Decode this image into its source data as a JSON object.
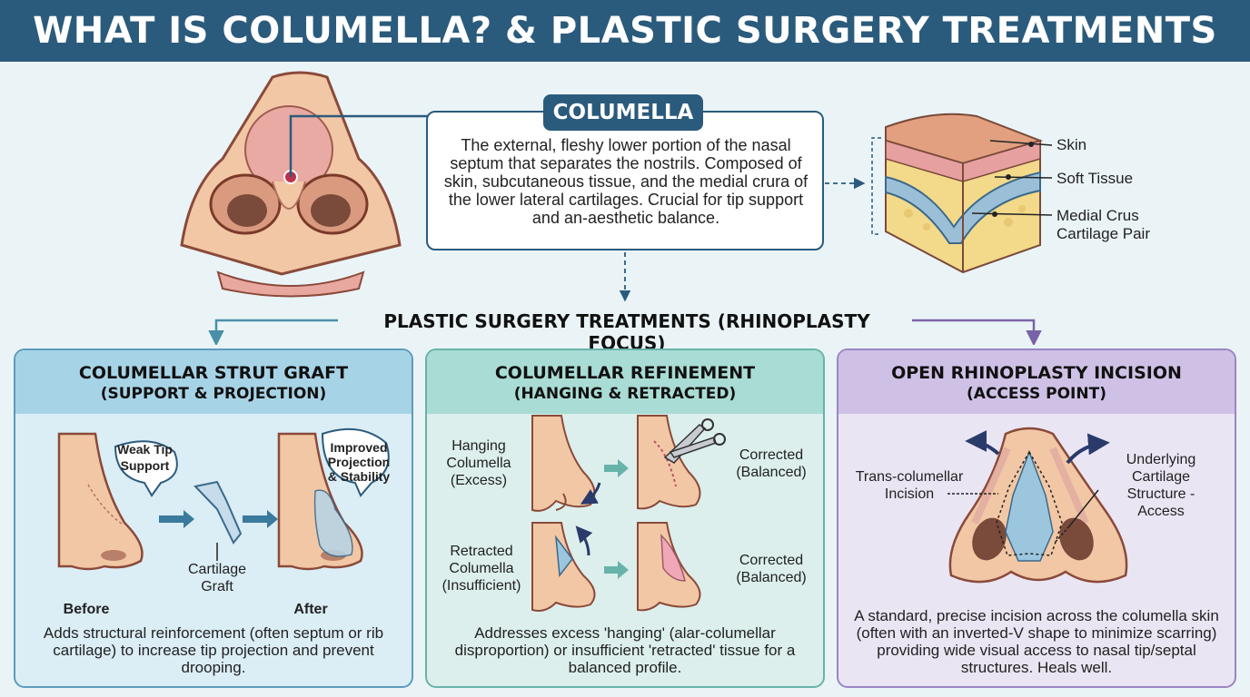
{
  "title": "WHAT IS COLUMELLA? & PLASTIC SURGERY TREATMENTS",
  "definition": {
    "badge": "COLUMELLA",
    "text": "The external, fleshy lower portion of the nasal septum that separates the nostrils. Composed of skin, subcutaneous tissue, and the medial crura of the lower lateral cartilages. Crucial for tip support and an-aesthetic balance."
  },
  "layers": {
    "skin": "Skin",
    "soft_tissue": "Soft Tissue",
    "medial_crus": "Medial Crus",
    "cartilage_pair": "Cartilage Pair"
  },
  "section_title": "PLASTIC SURGERY TREATMENTS (RHINOPLASTY FOCUS)",
  "panels": [
    {
      "title": "COLUMELLAR STRUT GRAFT",
      "subtitle": "(SUPPORT & PROJECTION)",
      "bubble_before": [
        "Weak Tip",
        "Support"
      ],
      "bubble_after": [
        "Improved",
        "Projection",
        "& Stability"
      ],
      "graft_label": [
        "Cartilage",
        "Graft"
      ],
      "before": "Before",
      "after": "After",
      "description": "Adds structural reinforcement (often septum or rib cartilage) to increase tip projection and prevent drooping."
    },
    {
      "title": "COLUMELLAR REFINEMENT",
      "subtitle": "(HANGING & RETRACTED)",
      "hanging": [
        "Hanging",
        "Columella",
        "(Excess)"
      ],
      "retracted": [
        "Retracted",
        "Columella",
        "(Insufficient)"
      ],
      "corrected_1": [
        "Corrected",
        "(Balanced)"
      ],
      "corrected_2": [
        "Corrected",
        "(Balanced)"
      ],
      "description": "Addresses excess 'hanging' (alar-columellar disproportion) or insufficient 'retracted' tissue for a balanced profile."
    },
    {
      "title": "OPEN RHINOPLASTY INCISION",
      "subtitle": "(ACCESS POINT)",
      "incision_label": [
        "Trans-columellar",
        "Incision"
      ],
      "structure_label": [
        "Underlying",
        "Cartilage",
        "Structure -",
        "Access"
      ],
      "description": "A standard, precise incision across the columella skin (often with an inverted-V shape to minimize scarring) providing wide visual access to nasal tip/septal structures. Heals well."
    }
  ],
  "colors": {
    "header": "#2b5b7c",
    "skin": "#f2c7a5",
    "panel1": "#a7d3e6",
    "panel2": "#a9dcd4",
    "panel3": "#cfc1e6"
  }
}
